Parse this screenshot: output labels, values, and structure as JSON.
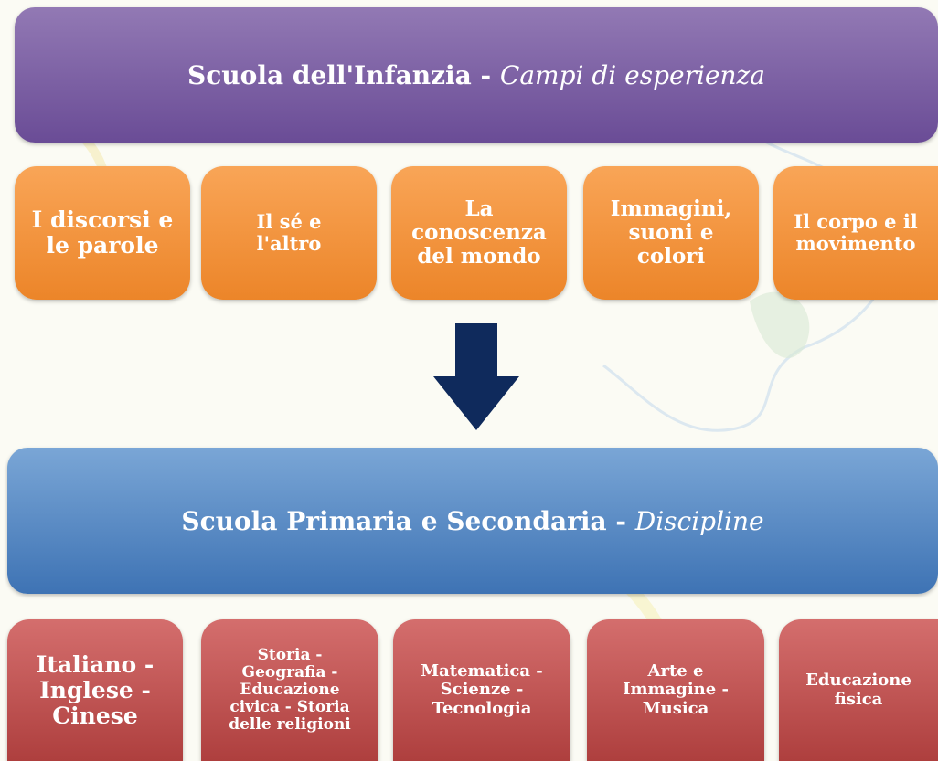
{
  "top_banner": {
    "title": "Scuola dell'Infanzia - ",
    "subtitle": "Campi di esperienza"
  },
  "campi": [
    "I discorsi e le parole",
    "Il sé e l'altro",
    "La conoscenza del mondo",
    "Immagini, suoni e colori",
    "Il corpo e il movimento"
  ],
  "bottom_banner": {
    "title": "Scuola Primaria e Secondaria - ",
    "subtitle": "Discipline"
  },
  "discipline": [
    "Italiano - Inglese - Cinese",
    "Storia - Geografia - Educazione civica - Storia delle religioni",
    "Matematica - Scienze - Tecnologia",
    "Arte e Immagine - Musica",
    "Educazione fisica"
  ],
  "colors": {
    "purple": "#7b5ea7",
    "orange": "#f39a45",
    "blue": "#4f81bd",
    "red": "#c0504d",
    "arrow": "#0f2a5c"
  }
}
